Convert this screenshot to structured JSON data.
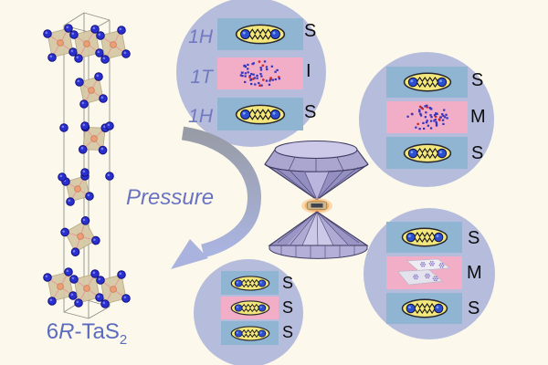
{
  "colors": {
    "background": "#fcf9ec",
    "panel_circle": "#b6bcdc",
    "layer_blue": "#8fb5d3",
    "layer_pink": "#f2aec7",
    "pair_ellipse_yellow": "#f3e77c",
    "electron_blue": "#2b4fd0",
    "cdw_dot_blue": "#3434bd",
    "cdw_dot_red": "#cc2a2a",
    "flake_purple": "#8a7ac8",
    "phase_label": "#7078c0",
    "state_label": "#0c0c0c",
    "slate_text": "#5b6cbe",
    "pressure_text": "#6a73c2",
    "arrow_start": "#989ca6",
    "arrow_end": "#aab4e0",
    "diamond_body": "#a5a1cd",
    "gasket_glow": "#f4a85f",
    "polyhedron_tan": "#d5c8a5",
    "ta_atom_orange": "#eb9f78",
    "s_atom_blue": "#2a2fd0"
  },
  "crystal": {
    "label": {
      "prefix": "6",
      "italic": "R",
      "rest": "-TaS",
      "sub": "2"
    }
  },
  "arrow": {
    "label": "Pressure"
  },
  "panels": {
    "ambient": {
      "layers": [
        {
          "phase": "1H",
          "state": "S",
          "content": "cooper-pair"
        },
        {
          "phase": "1T",
          "state": "I",
          "content": "cdw-cluster"
        },
        {
          "phase": "1H",
          "state": "S",
          "content": "cooper-pair"
        }
      ]
    },
    "pressure_stage1": {
      "layers": [
        {
          "state": "S",
          "content": "cooper-pair"
        },
        {
          "state": "M",
          "content": "cdw-cluster"
        },
        {
          "state": "S",
          "content": "cooper-pair"
        }
      ]
    },
    "pressure_stage2": {
      "layers": [
        {
          "state": "S",
          "content": "cooper-pair"
        },
        {
          "state": "M",
          "content": "cdw-flakes"
        },
        {
          "state": "S",
          "content": "cooper-pair"
        }
      ]
    },
    "high_pressure": {
      "layers": [
        {
          "state": "S",
          "content": "cooper-pair"
        },
        {
          "state": "S",
          "content": "cooper-pair"
        },
        {
          "state": "S",
          "content": "cooper-pair"
        }
      ]
    }
  },
  "icons": {
    "cooper_pair": "electron-pair-in-ellipse",
    "cdw_cluster": "charge-density-wave-dot-cluster",
    "cdw_flakes": "fragmented-cdw-planes",
    "diamond_anvil_cell": "two-diamonds-with-glowing-sample",
    "pressure_arrow": "curved-arrow-clockwise-down"
  }
}
